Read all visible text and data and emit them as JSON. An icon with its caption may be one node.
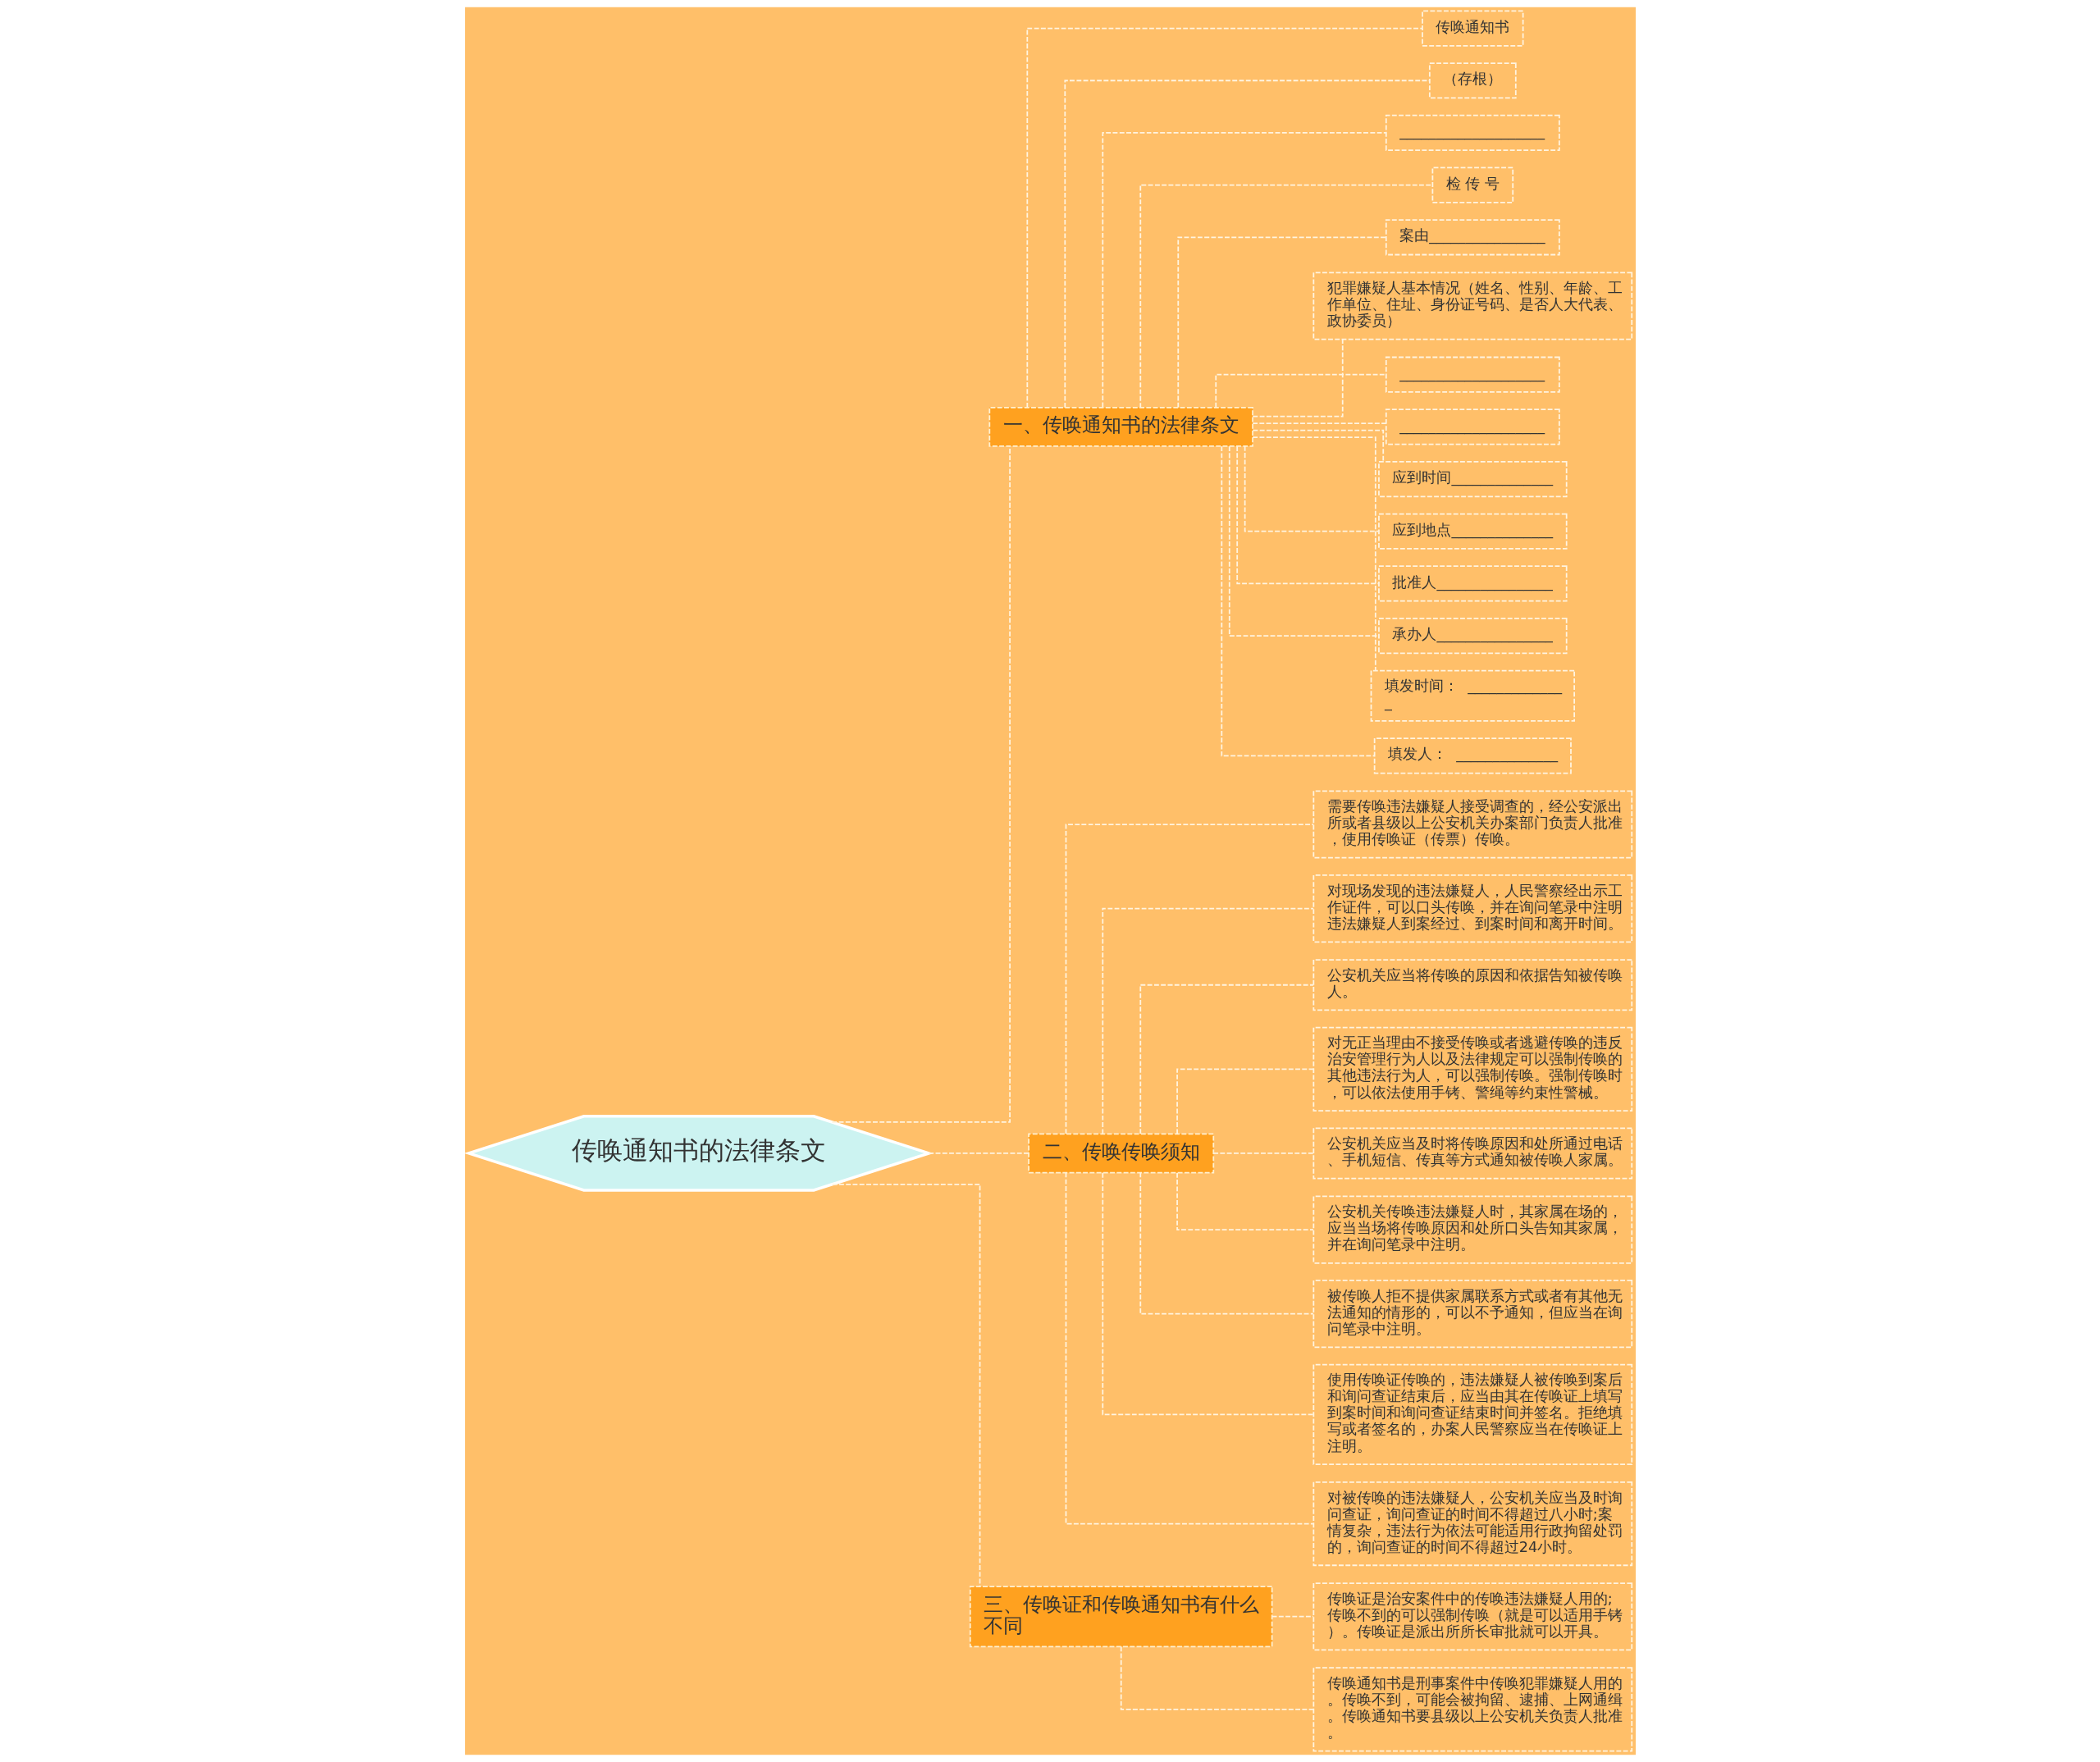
{
  "diagram": {
    "nodes": [
      {
        "text": [
          "传唤通知书的法律条文"
        ]
      },
      {
        "text": [
          "一、传唤通知书的法律条文"
        ]
      },
      {
        "text": [
          "传唤通知书"
        ]
      },
      {
        "text": [
          "（存根）"
        ]
      },
      {
        "text": [
          "____________________"
        ]
      },
      {
        "text": [
          "检 传 号"
        ]
      },
      {
        "text": [
          "案由________________"
        ]
      },
      {
        "text": [
          "犯罪嫌疑人基本情况（姓名、性别、年龄、工作单位、住址、身份证号码、是否人大代表、政协委员）"
        ]
      },
      {
        "text": [
          "____________________"
        ]
      },
      {
        "text": [
          "____________________"
        ]
      },
      {
        "text": [
          "应到时间______________"
        ]
      },
      {
        "text": [
          "应到地点______________"
        ]
      },
      {
        "text": [
          "批准人________________"
        ]
      },
      {
        "text": [
          "承办人________________"
        ]
      },
      {
        "text": [
          "填发时间：  ______________"
        ]
      },
      {
        "text": [
          "填发人：  ______________"
        ]
      },
      {
        "text": [
          "二、传唤传唤须知"
        ]
      },
      {
        "text": [
          "需要传唤违法嫌疑人接受调查的，经公安派出所或者县级以上公安机关办案部门负责人批准，使用传唤证（传票）传唤。"
        ]
      },
      {
        "text": [
          "对现场发现的违法嫌疑人，人民警察经出示工作证件，可以口头传唤，并在询问笔录中注明违法嫌疑人到案经过、到案时间和离开时间。"
        ]
      },
      {
        "text": [
          "公安机关应当将传唤的原因和依据告知被传唤人。"
        ]
      },
      {
        "text": [
          "对无正当理由不接受传唤或者逃避传唤的违反治安管理行为人以及法律规定可以强制传唤的其他违法行为人，可以强制传唤。强制传唤时，可以依法使用手铐、警绳等约束性警械。"
        ]
      },
      {
        "text": [
          "公安机关应当及时将传唤原因和处所通过电话、手机短信、传真等方式通知被传唤人家属。"
        ]
      },
      {
        "text": [
          "公安机关传唤违法嫌疑人时，其家属在场的，应当当场将传唤原因和处所口头告知其家属，并在询问笔录中注明。"
        ]
      },
      {
        "text": [
          "被传唤人拒不提供家属联系方式或者有其他无法通知的情形的，可以不予通知，但应当在询问笔录中注明。"
        ]
      },
      {
        "text": [
          "使用传唤证传唤的，违法嫌疑人被传唤到案后和询问查证结束后，应当由其在传唤证上填写到案时间和询问查证结束时间并签名。拒绝填写或者签名的，办案人民警察应当在传唤证上注明。"
        ]
      },
      {
        "text": [
          "对被传唤的违法嫌疑人，公安机关应当及时询问查证，询问查证的时间不得超过八小时;案情复杂，违法行为依法可能适用行政拘留处罚的，询问查证的时间不得超过24小时。"
        ]
      },
      {
        "text": [
          "三、传唤证和传唤通知书有什么不同"
        ]
      },
      {
        "text": [
          "传唤证是治安案件中的传唤违法嫌疑人用的;传唤不到的可以强制传唤（就是可以适用手铐）。传唤证是派出所所长审批就可以开具。"
        ]
      },
      {
        "text": [
          "传唤通知书是刑事案件中传唤犯罪嫌疑人用的。传唤不到，可能会被拘留、逮捕、上网通缉。传唤通知书要县级以上公安机关负责人批准。"
        ]
      }
    ],
    "edges": [
      {
        "from": 0,
        "to": 1,
        "arrow": "none"
      },
      {
        "from": 1,
        "to": 2,
        "arrow": "none"
      },
      {
        "from": 1,
        "to": 3,
        "arrow": "none"
      },
      {
        "from": 1,
        "to": 4,
        "arrow": "none"
      },
      {
        "from": 1,
        "to": 5,
        "arrow": "none"
      },
      {
        "from": 1,
        "to": 6,
        "arrow": "none"
      },
      {
        "from": 1,
        "to": 7,
        "arrow": "none"
      },
      {
        "from": 1,
        "to": 8,
        "arrow": "none"
      },
      {
        "from": 1,
        "to": 9,
        "arrow": "none"
      },
      {
        "from": 1,
        "to": 10,
        "arrow": "none"
      },
      {
        "from": 1,
        "to": 11,
        "arrow": "none"
      },
      {
        "from": 1,
        "to": 12,
        "arrow": "none"
      },
      {
        "from": 1,
        "to": 13,
        "arrow": "none"
      },
      {
        "from": 1,
        "to": 14,
        "arrow": "none"
      },
      {
        "from": 1,
        "to": 15,
        "arrow": "none"
      },
      {
        "from": 0,
        "to": 16,
        "arrow": "none"
      },
      {
        "from": 16,
        "to": 17,
        "arrow": "none"
      },
      {
        "from": 16,
        "to": 18,
        "arrow": "none"
      },
      {
        "from": 16,
        "to": 19,
        "arrow": "none"
      },
      {
        "from": 16,
        "to": 20,
        "arrow": "none"
      },
      {
        "from": 16,
        "to": 21,
        "arrow": "none"
      },
      {
        "from": 16,
        "to": 22,
        "arrow": "none"
      },
      {
        "from": 16,
        "to": 23,
        "arrow": "none"
      },
      {
        "from": 16,
        "to": 24,
        "arrow": "none"
      },
      {
        "from": 16,
        "to": 25,
        "arrow": "none"
      },
      {
        "from": 0,
        "to": 26,
        "arrow": "none"
      },
      {
        "from": 26,
        "to": 27,
        "arrow": "none"
      },
      {
        "from": 26,
        "to": 28,
        "arrow": "none"
      }
    ]
  }
}
